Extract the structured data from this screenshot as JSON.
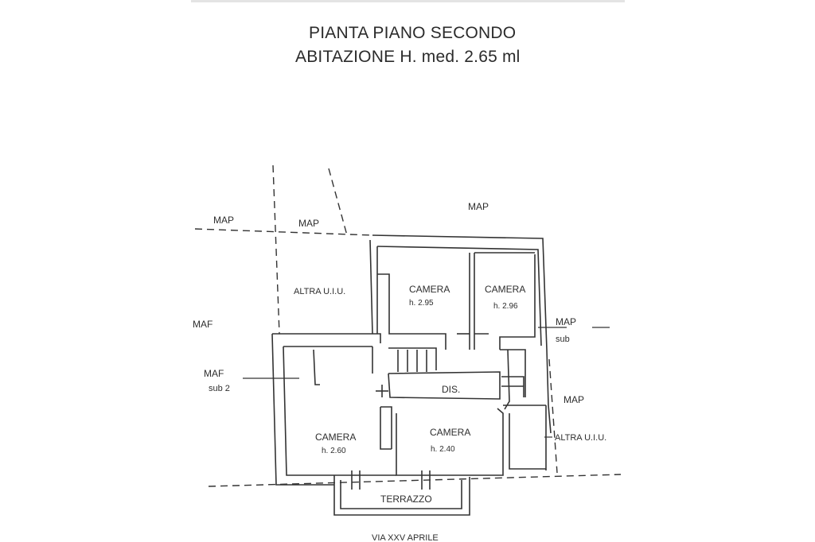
{
  "title": {
    "line1": "PIANTA PIANO SECONDO",
    "line2": "ABITAZIONE H. med. 2.65 ml"
  },
  "labels": {
    "map_top_left_a": "MAP",
    "map_top_left_b": "MAP",
    "map_top_right": "MAP",
    "map_left_edge": "MAF",
    "map_left_sub": "MAF",
    "sub_left": "sub 2",
    "altra_uiu_left": "ALTRA U.I.U.",
    "camera_top_mid": "CAMERA",
    "h_top_mid": "h. 2.95",
    "camera_top_right": "CAMERA",
    "h_top_right": "h. 2.96",
    "map_right_upper": "MAP",
    "sub_right": "sub",
    "map_right_lower": "MAP",
    "altra_uiu_right": "ALTRA U.I.U.",
    "dis": "DIS.",
    "camera_bottom_left": "CAMERA",
    "h_bottom_left": "h. 2.60",
    "camera_bottom_mid": "CAMERA",
    "h_bottom_mid": "h. 2.40",
    "terrazzo": "TERRAZZO",
    "street": "VIA XXV APRILE"
  }
}
